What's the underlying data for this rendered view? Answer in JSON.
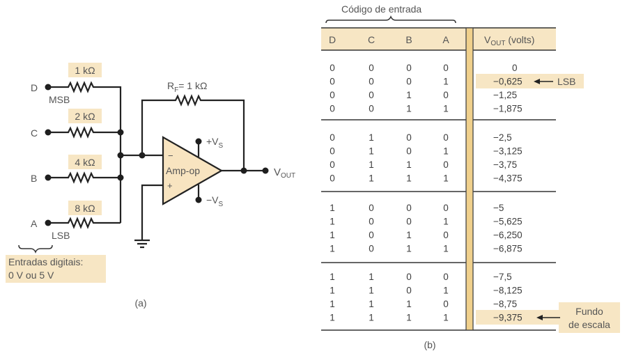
{
  "circuit": {
    "inputs": [
      {
        "name": "D",
        "resistor": "1 kΩ",
        "tag": "MSB"
      },
      {
        "name": "C",
        "resistor": "2 kΩ",
        "tag": ""
      },
      {
        "name": "B",
        "resistor": "4 kΩ",
        "tag": ""
      },
      {
        "name": "A",
        "resistor": "8 kΩ",
        "tag": "LSB"
      }
    ],
    "feedback_label": "R",
    "feedback_sub": "F",
    "feedback_value": "= 1 kΩ",
    "opamp_label": "Amp-op",
    "minus_sign": "−",
    "plus_sign": "+",
    "vs_plus": "+V",
    "vs_minus": "−V",
    "vs_sub": "S",
    "vout": "V",
    "vout_sub": "OUT",
    "note_line1": "Entradas digitais:",
    "note_line2": "0 V ou 5 V",
    "caption": "(a)"
  },
  "table": {
    "group_label": "Código de entrada",
    "headers": [
      "D",
      "C",
      "B",
      "A"
    ],
    "vout_header": "V",
    "vout_header_sub": "OUT",
    "vout_header_unit": " (volts)",
    "rows": [
      {
        "bits": [
          "0",
          "0",
          "0",
          "0"
        ],
        "vout": "0"
      },
      {
        "bits": [
          "0",
          "0",
          "0",
          "1"
        ],
        "vout": "−0,625"
      },
      {
        "bits": [
          "0",
          "0",
          "1",
          "0"
        ],
        "vout": "−1,25"
      },
      {
        "bits": [
          "0",
          "0",
          "1",
          "1"
        ],
        "vout": "−1,875"
      },
      {
        "bits": [
          "0",
          "1",
          "0",
          "0"
        ],
        "vout": "−2,5"
      },
      {
        "bits": [
          "0",
          "1",
          "0",
          "1"
        ],
        "vout": "−3,125"
      },
      {
        "bits": [
          "0",
          "1",
          "1",
          "0"
        ],
        "vout": "−3,75"
      },
      {
        "bits": [
          "0",
          "1",
          "1",
          "1"
        ],
        "vout": "−4,375"
      },
      {
        "bits": [
          "1",
          "0",
          "0",
          "0"
        ],
        "vout": "−5"
      },
      {
        "bits": [
          "1",
          "0",
          "0",
          "1"
        ],
        "vout": "−5,625"
      },
      {
        "bits": [
          "1",
          "0",
          "1",
          "0"
        ],
        "vout": "−6,250"
      },
      {
        "bits": [
          "1",
          "0",
          "1",
          "1"
        ],
        "vout": "−6,875"
      },
      {
        "bits": [
          "1",
          "1",
          "0",
          "0"
        ],
        "vout": "−7,5"
      },
      {
        "bits": [
          "1",
          "1",
          "0",
          "1"
        ],
        "vout": "−8,125"
      },
      {
        "bits": [
          "1",
          "1",
          "1",
          "0"
        ],
        "vout": "−8,75"
      },
      {
        "bits": [
          "1",
          "1",
          "1",
          "1"
        ],
        "vout": "−9,375"
      }
    ],
    "lsb_label": "LSB",
    "fullscale_line1": "Fundo",
    "fullscale_line2": "de escala",
    "caption": "(b)"
  },
  "colors": {
    "highlight": "#f7e6c4",
    "opamp_fill": "#f8e4c0",
    "divider_fill": "#f0d08c"
  }
}
